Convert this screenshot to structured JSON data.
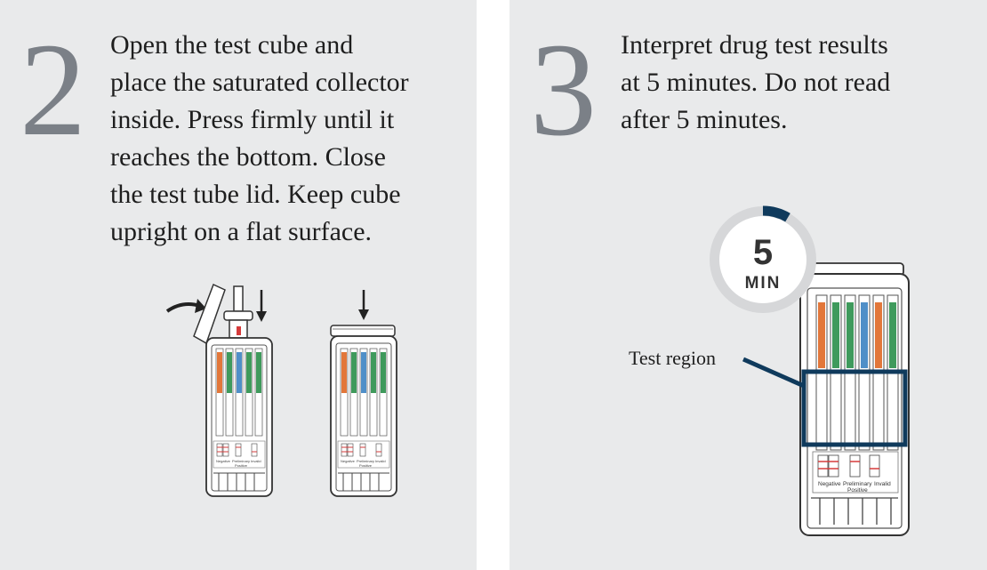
{
  "step2": {
    "number": "2",
    "text": "Open the test cube and\nplace the saturated collector\ninside. Press firmly until it\nreaches the bottom. Close\nthe test tube lid. Keep cube\nupright on a flat surface."
  },
  "step3": {
    "number": "3",
    "text": "Interpret drug test results\nat 5 minutes. Do not read\nafter 5 minutes.",
    "timer_value": "5",
    "timer_unit": "MIN",
    "callout": "Test region"
  },
  "result_labels": {
    "negative": "Negative",
    "preliminary": "Preliminary",
    "positive": "Positive",
    "invalid": "Invalid"
  },
  "colors": {
    "panel_bg": "#e9eaeb",
    "number_gray": "#7b8087",
    "navy": "#0f3a5c",
    "orange": "#e2773a",
    "green": "#3f9a5c",
    "blue": "#4f8fc8",
    "red": "#d63b3b"
  }
}
